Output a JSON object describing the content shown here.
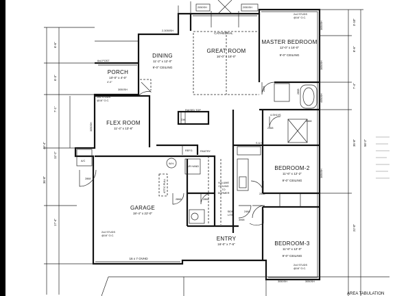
{
  "rooms": {
    "great_room": {
      "name": "GREAT ROOM",
      "size": "16'-0\" x 18'-0\""
    },
    "cathedral": "CATHEDRAL",
    "master": {
      "name": "MASTER BEDROOM",
      "size": "12'-0\" x 16'-0\"",
      "ceiling": "9'-0\" CEILING"
    },
    "dining": {
      "name": "DINING",
      "size": "11'-2\" x 12'-0\"",
      "ceiling": "9'-0\" CEILING"
    },
    "porch": {
      "name": "PORCH",
      "size": "10'-0\" x 4'-0\"",
      "post": "6x4 POST",
      "dim": "4'-0\""
    },
    "flex": {
      "name": "FLEX ROOM",
      "size": "11'-4\" x 13'-6\""
    },
    "garage": {
      "name": "GARAGE",
      "size": "19'-4\" x 22'-0\"",
      "door": "16 x 7 OVHD"
    },
    "bedroom2": {
      "name": "BEDROOM-2",
      "size": "11'-6\" x 12'-2\"",
      "ceiling": "9'-0\" CEILING"
    },
    "bedroom3": {
      "name": "BEDROOM-3",
      "size": "11'-6\" x 12'-0\"",
      "ceiling": "9'-0\" CEILING"
    },
    "entry": {
      "name": "ENTRY",
      "size": "16'-0\" x 7'-6\""
    }
  },
  "labels": {
    "raised_top": "RAISED TOP",
    "dw": "DW",
    "refg": "REFG",
    "pantry": "PANTRY",
    "wh": "W.H.",
    "ac": "A/C",
    "air_hand": "AIR HAND",
    "attic": "ATTIC PULL",
    "volume": [
      "VOLUME",
      "CEILING",
      "TO",
      "DORMER"
    ],
    "side_lite": [
      "SIDE",
      "LITE"
    ],
    "shelves": "4-SHLVS",
    "sh": "S & H",
    "studs": [
      "2x4 STUDS",
      "@16\" O.C."
    ]
  },
  "windows": {
    "w3050": "3050SH",
    "w2050": "2050SH",
    "w4050": "4050SH",
    "w2030": "2-3050SH",
    "sh_v": "3050SH",
    "door2868": "2868",
    "door2468": "2468",
    "door3068": "3068"
  },
  "dimensions": {
    "left_outer": "49'-4\"",
    "left_a": "6'-6\"",
    "left_b": "6'-3\"",
    "left_c": "7'-1\"",
    "left_d": "12'-1\"",
    "left_e": "36'-8\"",
    "left_f": "17'-4\"",
    "right_a": "3'-10\"",
    "right_b": "8'-6\"",
    "right_c": "7'-4\"",
    "right_d": "35'-8\"",
    "right_e": "58'-2\"",
    "right_f": "22'-0\""
  },
  "corner_text": "AREA TABULATION"
}
